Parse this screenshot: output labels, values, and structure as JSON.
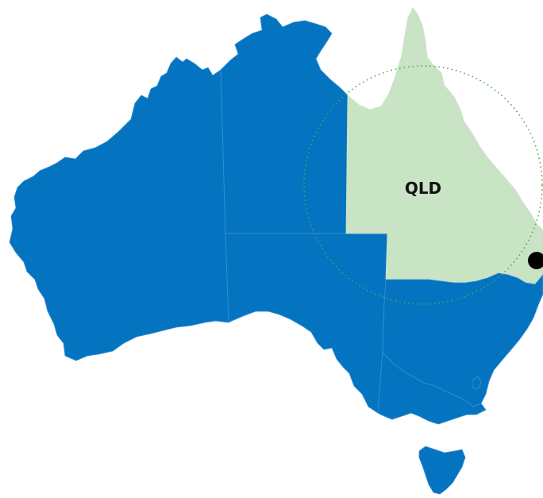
{
  "map": {
    "selected_state": "QLD",
    "selected_label": "QLD",
    "states": [
      {
        "id": "WA",
        "selected": false
      },
      {
        "id": "NT",
        "selected": false
      },
      {
        "id": "SA",
        "selected": false
      },
      {
        "id": "QLD",
        "selected": true
      },
      {
        "id": "NSW",
        "selected": false
      },
      {
        "id": "VIC",
        "selected": false
      },
      {
        "id": "ACT",
        "selected": false
      },
      {
        "id": "TAS",
        "selected": false
      }
    ]
  },
  "colors": {
    "state_fill": "#0474c1",
    "selected_fill": "#c8e4c4",
    "selection_ring": "#4aa84a",
    "marker": "#000000",
    "background": "#ffffff"
  },
  "icons": {
    "location_marker": "filled-circle-marker-icon"
  }
}
